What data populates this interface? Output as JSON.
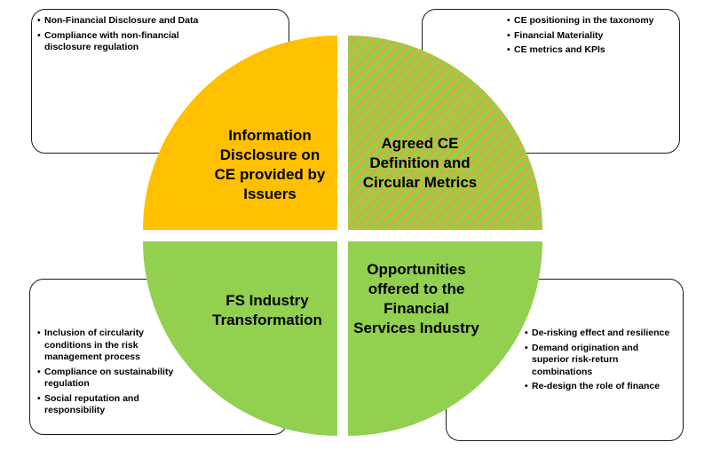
{
  "colors": {
    "information_quadrant": "#FFC000",
    "definition_quadrant_stripe_a": "#92D050",
    "definition_quadrant_stripe_b": "#C9B43A",
    "industry_quadrants": "#92D050",
    "box_border": "#1a1a1a"
  },
  "quadrants": {
    "information_disclosure": "Information Disclosure on CE provided by Issuers",
    "agreed_definition": "Agreed CE Definition and Circular Metrics",
    "industry_transformation": "FS Industry Transformation",
    "opportunities": "Opportunities offered to the Financial Services Industry"
  },
  "boxes": {
    "top_left": [
      "Non-Financial Disclosure and Data",
      "Compliance with non-financial disclosure regulation"
    ],
    "top_right": [
      "CE positioning in the taxonomy",
      "Financial Materiality",
      "CE metrics and KPIs"
    ],
    "bottom_left": [
      "Inclusion of circularity conditions in the risk management process",
      "Compliance on sustainability regulation",
      "Social reputation and responsibility"
    ],
    "bottom_right": [
      "De-risking effect and resilience",
      "Demand origination and superior risk-return combinations",
      "Re-design the role of finance"
    ]
  }
}
